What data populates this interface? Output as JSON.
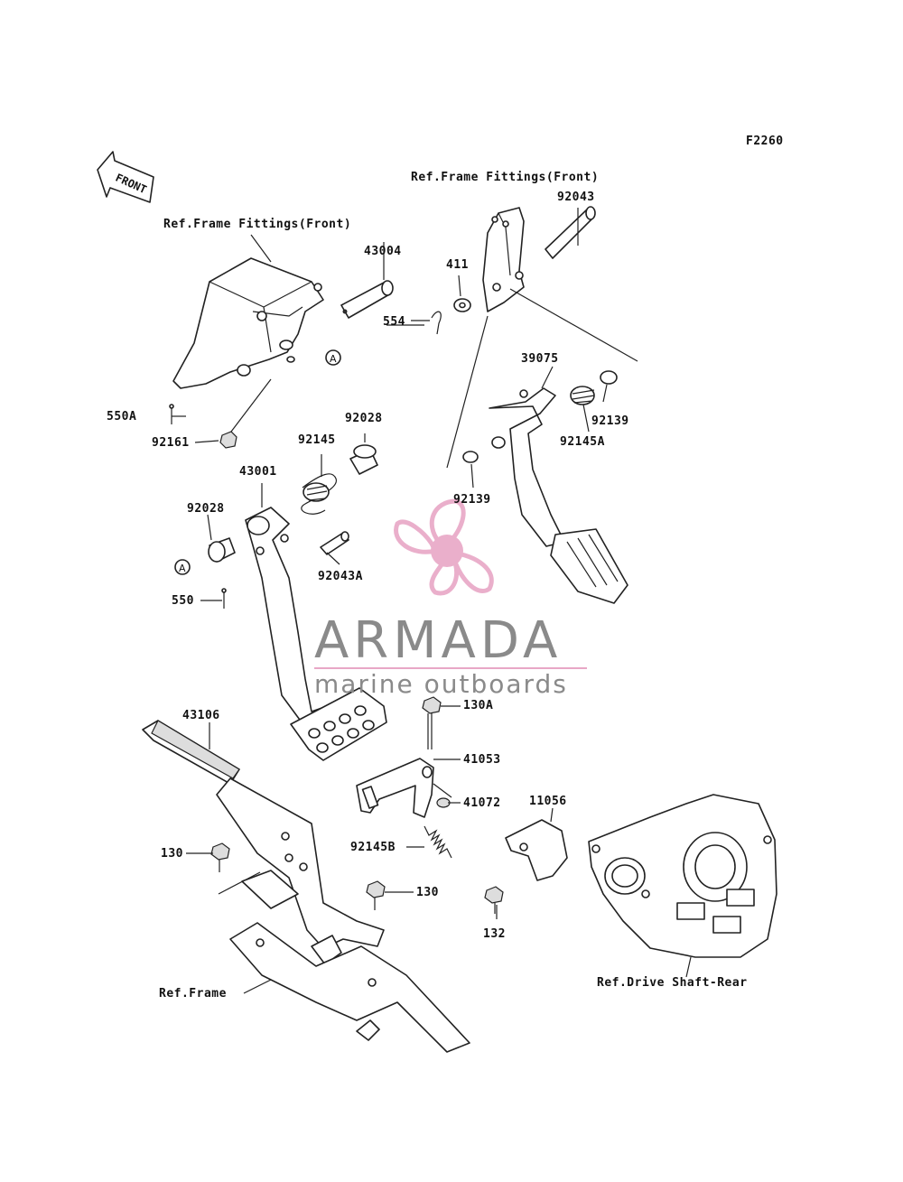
{
  "diagram_code": "F2260",
  "front_badge": "FRONT",
  "callout_a": "A",
  "labels": {
    "ref_frame_fittings_left": "Ref.Frame Fittings(Front)",
    "ref_frame_fittings_right": "Ref.Frame Fittings(Front)",
    "p92043": "92043",
    "p43004": "43004",
    "p411": "411",
    "p554": "554",
    "p39075": "39075",
    "p92139_a": "92139",
    "p92145a": "92145A",
    "p92139_b": "92139",
    "p550a": "550A",
    "p92161": "92161",
    "p92028_a": "92028",
    "p92145": "92145",
    "p43001": "43001",
    "p92028_b": "92028",
    "p92043a": "92043A",
    "p550": "550",
    "p43106": "43106",
    "p130a": "130A",
    "p41053": "41053",
    "p41072": "41072",
    "p11056": "11056",
    "p92145b": "92145B",
    "p130_a": "130",
    "p130_b": "130",
    "p132": "132",
    "ref_frame": "Ref.Frame",
    "ref_drive_shaft_rear": "Ref.Drive Shaft-Rear"
  },
  "watermark": {
    "title": "ARMADA",
    "subtitle": "marine outboards",
    "accent_color": "#e8a7c6",
    "text_color": "#8a8a8a"
  }
}
